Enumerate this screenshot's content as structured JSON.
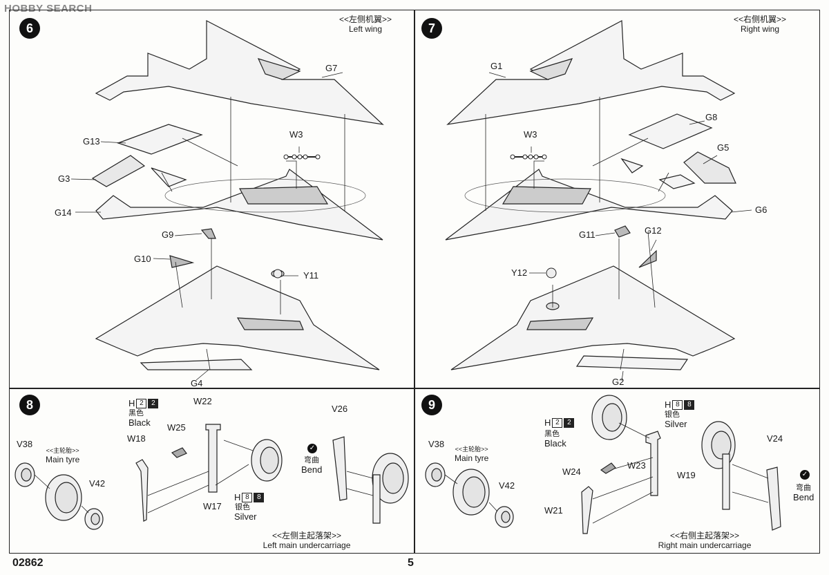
{
  "watermark": "HOBBY SEARCH",
  "footer": {
    "product_code": "02862",
    "page_number": "5"
  },
  "step6": {
    "number": "6",
    "header_cn": "<<左侧机翼>>",
    "header_en": "Left wing",
    "labels": {
      "g7": "G7",
      "g13": "G13",
      "g3": "G3",
      "g14": "G14",
      "w3": "W3",
      "g9": "G9",
      "g10": "G10",
      "y11": "Y11",
      "g4": "G4"
    }
  },
  "step7": {
    "number": "7",
    "header_cn": "<<右侧机翼>>",
    "header_en": "Right wing",
    "labels": {
      "g1": "G1",
      "g8": "G8",
      "g5": "G5",
      "g6": "G6",
      "w3": "W3",
      "g11": "G11",
      "g12": "G12",
      "y12": "Y12",
      "g2": "G2"
    }
  },
  "step8": {
    "number": "8",
    "labels": {
      "v38": "V38",
      "v42": "V42",
      "w18": "W18",
      "w25": "W25",
      "w22": "W22",
      "w17": "W17",
      "v26": "V26"
    },
    "tyre_cn": "<<主轮胎>>",
    "tyre_en": "Main tyre",
    "paint_black": {
      "code": "H",
      "n1": "2",
      "n2": "2",
      "cn": "黑色",
      "en": "Black"
    },
    "paint_silver": {
      "code": "H",
      "n1": "8",
      "n2": "8",
      "cn": "银色",
      "en": "Silver"
    },
    "bend_cn": "弯曲",
    "bend_en": "Bend",
    "footer_cn": "<<左侧主起落架>>",
    "footer_en": "Left main undercarriage"
  },
  "step9": {
    "number": "9",
    "labels": {
      "v38": "V38",
      "v42": "V42",
      "w24": "W24",
      "w23": "W23",
      "w19": "W19",
      "w21": "W21",
      "v24": "V24"
    },
    "tyre_cn": "<<主轮胎>>",
    "tyre_en": "Main tyre",
    "paint_black": {
      "code": "H",
      "n1": "2",
      "n2": "2",
      "cn": "黑色",
      "en": "Black"
    },
    "paint_silver": {
      "code": "H",
      "n1": "8",
      "n2": "8",
      "cn": "银色",
      "en": "Silver"
    },
    "bend_cn": "弯曲",
    "bend_en": "Bend",
    "footer_cn": "<<右侧主起落架>>",
    "footer_en": "Right main undercarriage"
  }
}
